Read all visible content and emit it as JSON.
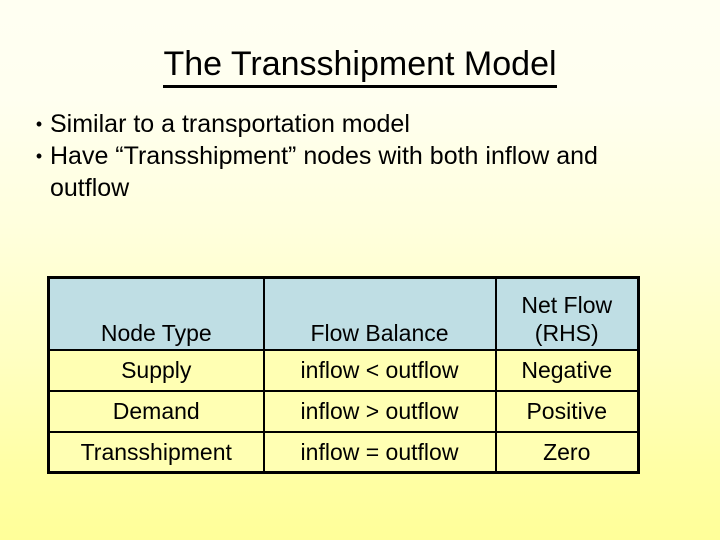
{
  "slide": {
    "title": "The Transshipment Model",
    "bullet_marker": "•",
    "bullets": [
      "Similar to a transportation model",
      "Have “Transshipment” nodes with both inflow and outflow"
    ],
    "colors": {
      "background_top": "#FFFFF2",
      "background_bottom": "#FFFF99",
      "header_fill": "#BFDEE4",
      "cell_fill": "#FFFFB3",
      "border": "#000000",
      "text": "#000000"
    }
  },
  "table": {
    "headers": {
      "node_type": "Node Type",
      "flow_balance": "Flow Balance",
      "net_flow_line1": "Net Flow",
      "net_flow_line2": "(RHS)"
    },
    "rows": [
      {
        "node_type": "Supply",
        "flow_balance": "inflow < outflow",
        "net_flow": "Negative"
      },
      {
        "node_type": "Demand",
        "flow_balance": "inflow > outflow",
        "net_flow": "Positive"
      },
      {
        "node_type": "Transshipment",
        "flow_balance": "inflow = outflow",
        "net_flow": "Zero"
      }
    ]
  }
}
